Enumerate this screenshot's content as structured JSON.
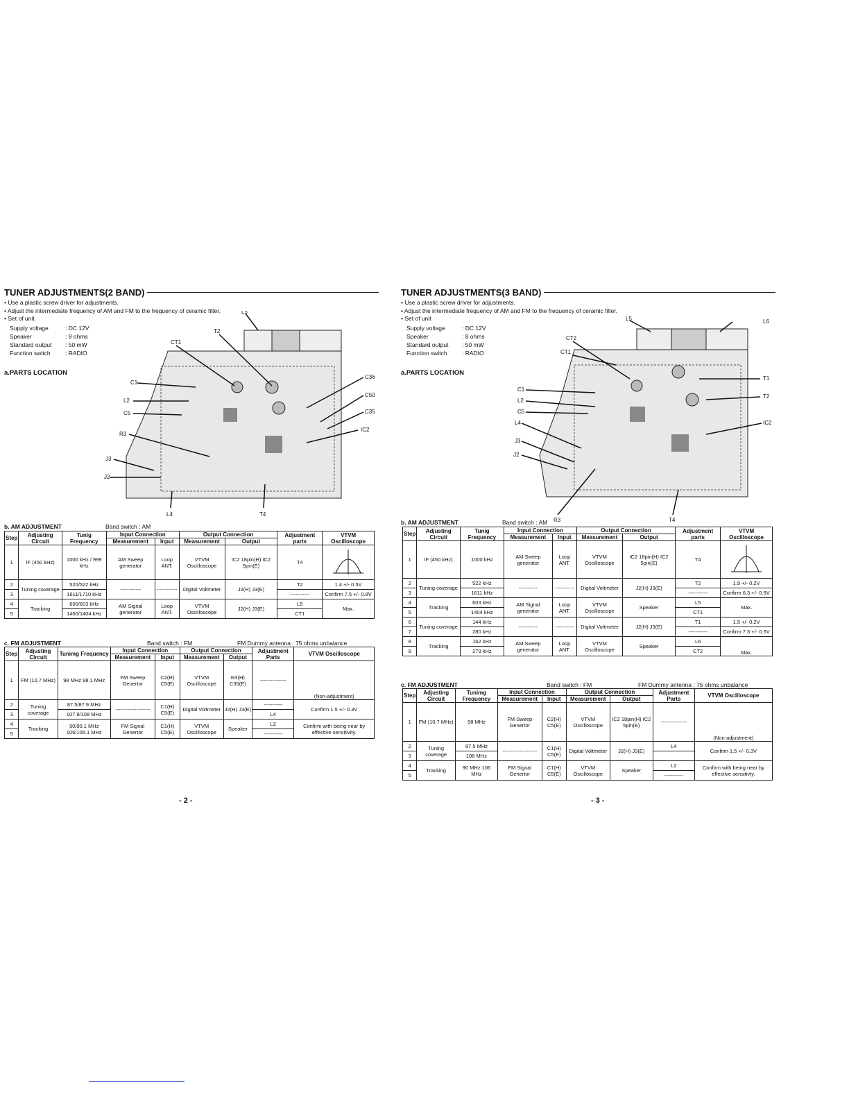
{
  "left": {
    "title": "TUNER ADJUSTMENTS(2 BAND)",
    "bullets": [
      "Use a plastic screw driver for adjustments.",
      "Adjust the intermediate frequency of AM and FM to the frequency of ceramic filter.",
      "Set of unit"
    ],
    "specs": [
      {
        "k": "Supply voltage",
        "v": ": DC 12V"
      },
      {
        "k": "Speaker",
        "v": ": 8 ohms"
      },
      {
        "k": "Standard output",
        "v": ": 50 mW"
      },
      {
        "k": "Function switch",
        "v": ": RADIO"
      }
    ],
    "parts_location": "a.PARTS LOCATION",
    "diagram_labels": [
      "L5",
      "T2",
      "CT1",
      "C1",
      "L2",
      "C5",
      "R3",
      "J3",
      "J2",
      "C36",
      "C50",
      "C35",
      "IC2",
      "L4",
      "T4"
    ],
    "am": {
      "heading": "b.  AM  ADJUSTMENT",
      "band": "Band switch : AM",
      "extra": "",
      "headers": {
        "step": "Step",
        "circuit": "Adjusting Circuit",
        "freq": "Tunig Frequency",
        "incon": "Input Connection",
        "outcon": "Output Connection",
        "adj": "Adjustment parts",
        "vtvm": "VTVM Oscilloscope",
        "meas": "Measurement",
        "input": "Input",
        "meas2": "Measurement",
        "output": "Output"
      },
      "rows": [
        [
          "1",
          "IF (450 kHz)",
          "1000 kHz / 999 kHz",
          "AM Sweep generator",
          "Loop ANT.",
          "VTVM Oscilloscope",
          "IC2 18pin(H) IC2 5pin(E)",
          "T4",
          "[curve]"
        ],
        [
          "2",
          "Tuning coverage",
          "520/522 kHz",
          "------------",
          "------------",
          "Digital Voltmeter",
          "J2(H) J3(E)",
          "T2",
          "1.4 +/- 0.5V"
        ],
        [
          "3",
          "",
          "1611/1710 kHz",
          "",
          "",
          "",
          "",
          "-----------",
          "Confirm 7.5 +/- 0.8V"
        ],
        [
          "4",
          "Tracking",
          "600/603 kHz",
          "AM Signal generator",
          "Loop ANT.",
          "VTVM Oscilloscope",
          "J2(H) J3(E)",
          "L5",
          "Max."
        ],
        [
          "5",
          "",
          "1400/1404 kHz",
          "",
          "",
          "",
          "",
          "CT1",
          ""
        ]
      ]
    },
    "fm": {
      "heading": "c.  FM  ADJUSTMENT",
      "band": "Band switch : FM",
      "extra": "FM Dummy antenna : 75 ohms unbalance",
      "headers": {
        "step": "Step",
        "circuit": "Adjusting Circuit",
        "freq": "Tunimg Frequency",
        "incon": "Input Connection",
        "outcon": "Output Connection",
        "adj": "Adjustment Parts",
        "vtvm": "VTVM Oscilloscope",
        "meas": "Measurement",
        "input": "Input",
        "meas2": "Measurement",
        "output": "Output"
      },
      "rows": [
        [
          "1",
          "FM (10.7 MHz)",
          "98 MHz 98.1 MHz",
          "FM Sweep Genertor",
          "C2(H) C5(E)",
          "VTVM Oscilloscope",
          "R3(H) C35(E)",
          "---------------",
          "(Non-adjustment)"
        ],
        [
          "2",
          "Tuning coverage",
          "87.5/87.9 MHz",
          "--------------------",
          "C1(H) C5(E)",
          "Digital Voltmeter",
          "J2(H) J3(E)",
          "-----------",
          "Confirm 1.5 +/- 0.3V"
        ],
        [
          "3",
          "",
          "107.9/108 MHz",
          "",
          "",
          "",
          "",
          "L4",
          ""
        ],
        [
          "4",
          "Tracking",
          "90/90.1 MHz 106/106.1 MHz",
          "FM Signal Genertor",
          "C1(H) C5(E)",
          "VTVM Oscilloscope",
          "Speaker",
          "L2",
          "Confirm with being near by effective sensitivity."
        ],
        [
          "5",
          "",
          "",
          "",
          "",
          "",
          "",
          "-----------",
          ""
        ]
      ]
    },
    "page_number": "- 2 -"
  },
  "right": {
    "title": "TUNER ADJUSTMENTS(3 BAND)",
    "bullets": [
      "Use a plastic screw driver for adjustments.",
      "Adjust the intermediate frequency of AM and FM to the frequency of ceramic filter.",
      "Set of unit"
    ],
    "specs": [
      {
        "k": "Supply voltage",
        "v": ": DC 12V"
      },
      {
        "k": "Speaker",
        "v": ": 8 ohms"
      },
      {
        "k": "Standard output",
        "v": ": 50 mW"
      },
      {
        "k": "Function switch",
        "v": ": RADIO"
      }
    ],
    "parts_location": "a.PARTS LOCATION",
    "diagram_labels": [
      "L5",
      "L6",
      "CT2",
      "CT1",
      "T1",
      "T2",
      "C1",
      "L2",
      "C5",
      "L4",
      "J3",
      "J2",
      "IC2",
      "R3",
      "T4"
    ],
    "am": {
      "heading": "b.  AM  ADJUSTMENT",
      "band": "Band switch : AM",
      "extra": "",
      "headers": {
        "step": "Step",
        "circuit": "Adjusting Circuit",
        "freq": "Tunig Frequency",
        "incon": "Input Connection",
        "outcon": "Output Connection",
        "adj": "Adjustment parts",
        "vtvm": "VTVM Oscilloscope",
        "meas": "Measurement",
        "input": "Input",
        "meas2": "Measurement",
        "output": "Output"
      },
      "rows": [
        [
          "1",
          "IF (450 kHz)",
          "1000 kHz",
          "AM Sweep generator",
          "Loop ANT.",
          "VTVM Oscilloscope",
          "IC2 18pin(H) IC2 5pin(E)",
          "T4",
          "[curve]"
        ],
        [
          "2",
          "Tuning coverage",
          "522 kHz",
          "-----------",
          "-----------",
          "Digital Voltmeter",
          "J2(H) J3(E)",
          "T2",
          "1.9 +/- 0.2V"
        ],
        [
          "3",
          "",
          "1611 kHz",
          "",
          "",
          "",
          "",
          "-----------",
          "Confirm 6.3 +/- 0.5V"
        ],
        [
          "4",
          "Tracking",
          "603 kHz",
          "AM Signal generator",
          "Loop ANT.",
          "VTVM Oscilloscope",
          "Speaker",
          "L5",
          "Max."
        ],
        [
          "5",
          "",
          "1404 kHz",
          "",
          "",
          "",
          "",
          "CT1",
          ""
        ],
        [
          "6",
          "Tuning coverage",
          "144 kHz",
          "-----------",
          "-----------",
          "Digital Voltmeter",
          "J2(H) J3(E)",
          "T1",
          "1.5 +/- 0.2V"
        ],
        [
          "7",
          "",
          "280 kHz",
          "",
          "",
          "",
          "",
          "-----------",
          "Confirm 7.3 +/- 0.5V"
        ],
        [
          "8",
          "Tracking",
          "162 kHz",
          "AM Sweep generator",
          "Loop ANT.",
          "VTVM Oscilloscope",
          "Speaker",
          "L6",
          "Max."
        ],
        [
          "9",
          "",
          "279 kHz",
          "",
          "",
          "",
          "",
          "CT2",
          ""
        ]
      ]
    },
    "fm": {
      "heading": "c.  FM  ADJUSTMENT",
      "band": "Band switch : FM",
      "extra": "FM Dummy antenna : 75 ohms unbalance",
      "headers": {
        "step": "Step",
        "circuit": "Adjusting Circuit",
        "freq": "Tunimg Frequency",
        "incon": "Input Connection",
        "outcon": "Output Connection",
        "adj": "Adjustment Parts",
        "vtvm": "VTVM Oscilloscope",
        "meas": "Measurement",
        "input": "Input",
        "meas2": "Measurement",
        "output": "Output"
      },
      "rows": [
        [
          "1",
          "FM (10.7 MHz)",
          "98 MHz",
          "FM Sweep Genertor",
          "C2(H) C5(E)",
          "VTVM Oscilloscope",
          "IC2 18pin(H) IC2 5pin(E)",
          "---------------",
          "(Non-adjustment)"
        ],
        [
          "2",
          "Tuning coverage",
          "87.5 MHz",
          "--------------------",
          "C1(H) C5(E)",
          "Digital Voltmeter",
          "J2(H) J3(E)",
          "L4",
          "Confirm 1.5 +/- 0.3V"
        ],
        [
          "3",
          "",
          "108 MHz",
          "",
          "",
          "",
          "",
          "",
          ""
        ],
        [
          "4",
          "Tracking",
          "90 MHz 106 MHz",
          "FM Signal Genertor",
          "C1(H) C5(E)",
          "VTVM Oscilloscope",
          "Speaker",
          "L2",
          "Confirm with being near by effective sensitivty."
        ],
        [
          "5",
          "",
          "",
          "",
          "",
          "",
          "",
          "-----------",
          ""
        ]
      ]
    },
    "page_number": "- 3 -"
  }
}
